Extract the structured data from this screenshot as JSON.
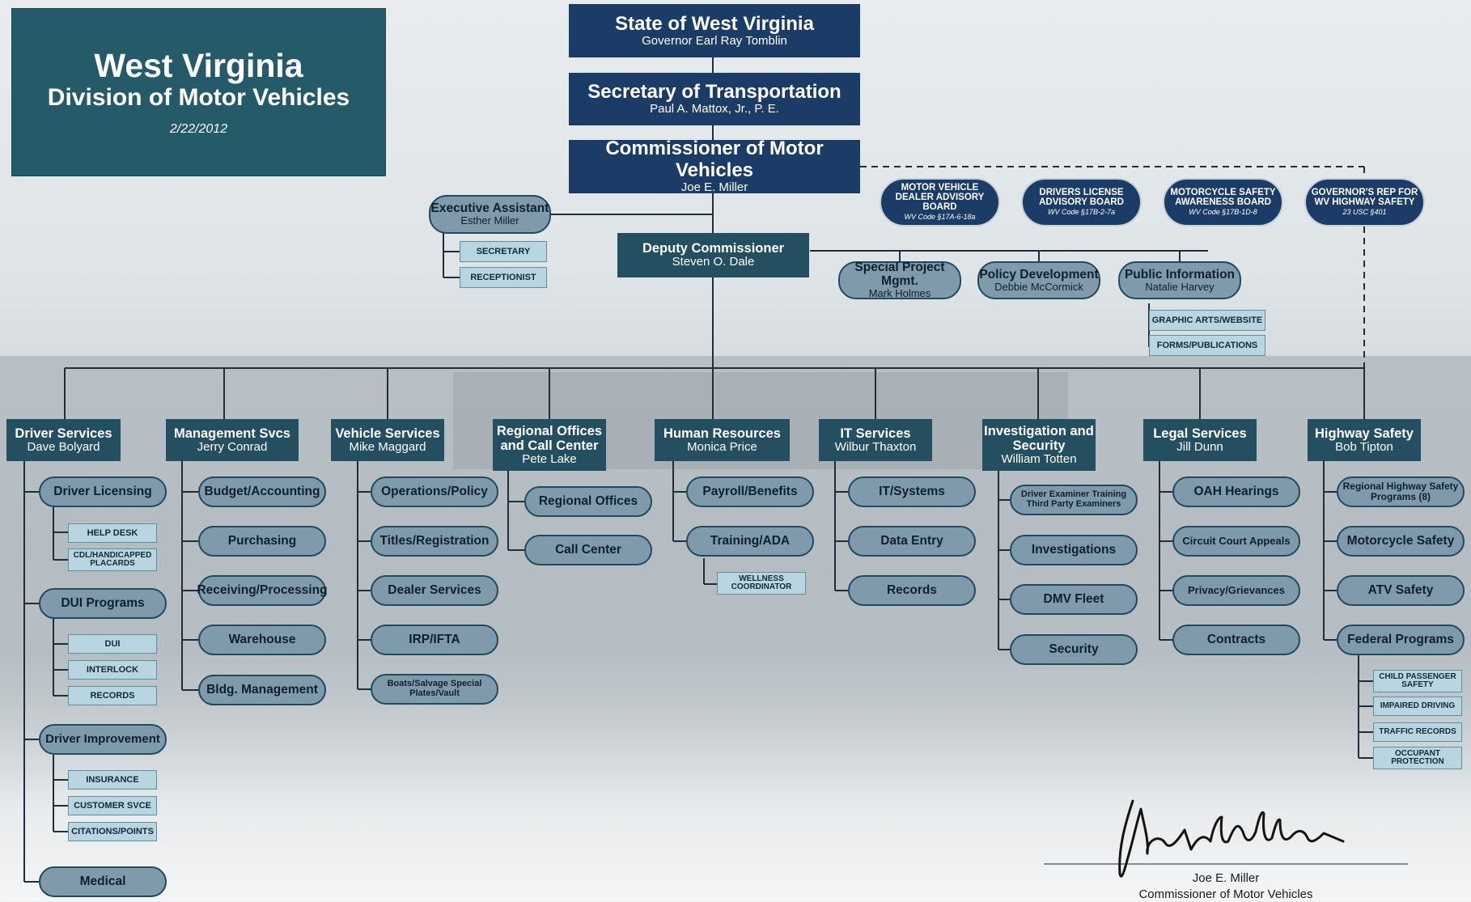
{
  "title": {
    "line1": "West Virginia",
    "line2": "Division of Motor Vehicles",
    "date": "2/22/2012"
  },
  "top": [
    {
      "title": "State of West Virginia",
      "sub": "Governor Earl Ray Tomblin"
    },
    {
      "title": "Secretary of Transportation",
      "sub": "Paul A. Mattox, Jr., P. E."
    },
    {
      "title": "Commissioner of Motor Vehicles",
      "sub": "Joe E. Miller"
    }
  ],
  "boards": [
    {
      "title": "MOTOR VEHICLE DEALER ADVISORY BOARD",
      "code": "WV Code §17A-6-18a"
    },
    {
      "title": "DRIVERS LICENSE ADVISORY BOARD",
      "code": "WV Code §17B-2-7a"
    },
    {
      "title": "MOTORCYCLE SAFETY AWARENESS BOARD",
      "code": "WV Code §17B-1D-8"
    },
    {
      "title": "GOVERNOR'S REP FOR WV HIGHWAY SAFETY",
      "code": "23 USC §401"
    }
  ],
  "exec": {
    "title": "Executive Assistant",
    "name": "Esther Miller",
    "subs": [
      "SECRETARY",
      "RECEPTIONIST"
    ]
  },
  "deputy": {
    "title": "Deputy Commissioner",
    "name": "Steven O. Dale"
  },
  "staff": [
    {
      "title": "Special Project Mgmt.",
      "name": "Mark Holmes"
    },
    {
      "title": "Policy Development",
      "name": "Debbie McCormick"
    },
    {
      "title": "Public Information",
      "name": "Natalie Harvey"
    }
  ],
  "pio_subs": [
    "GRAPHIC ARTS/WEBSITE",
    "FORMS/PUBLICATIONS"
  ],
  "departments": [
    {
      "title": "Driver Services",
      "name": "Dave Bolyard"
    },
    {
      "title": "Management Svcs",
      "name": "Jerry Conrad"
    },
    {
      "title": "Vehicle Services",
      "name": "Mike Maggard"
    },
    {
      "title": "Regional Offices and Call Center",
      "name": "Pete Lake"
    },
    {
      "title": "Human Resources",
      "name": "Monica Price"
    },
    {
      "title": "IT Services",
      "name": "Wilbur Thaxton"
    },
    {
      "title": "Investigation and Security",
      "name": "William Totten"
    },
    {
      "title": "Legal Services",
      "name": "Jill Dunn"
    },
    {
      "title": "Highway Safety",
      "name": "Bob Tipton"
    }
  ],
  "driver": {
    "licensing": "Driver Licensing",
    "licensing_subs": [
      "HELP DESK",
      "CDL/HANDICAPPED PLACARDS"
    ],
    "dui": "DUI Programs",
    "dui_subs": [
      "DUI",
      "INTERLOCK",
      "RECORDS"
    ],
    "improvement": "Driver Improvement",
    "improvement_subs": [
      "INSURANCE",
      "CUSTOMER SVCE",
      "CITATIONS/POINTS"
    ],
    "medical": "Medical"
  },
  "mgmt": [
    "Budget/Accounting",
    "Purchasing",
    "Receiving/Processing",
    "Warehouse",
    "Bldg. Management"
  ],
  "vehicle": [
    "Operations/Policy",
    "Titles/Registration",
    "Dealer Services",
    "IRP/IFTA",
    "Boats/Salvage Special Plates/Vault"
  ],
  "regional": [
    "Regional Offices",
    "Call Center"
  ],
  "hr": [
    "Payroll/Benefits",
    "Training/ADA"
  ],
  "hr_sub": "WELLNESS COORDINATOR",
  "it": [
    "IT/Systems",
    "Data Entry",
    "Records"
  ],
  "invest": [
    "Driver Examiner Training Third Party Examiners",
    "Investigations",
    "DMV Fleet",
    "Security"
  ],
  "legal": [
    "OAH Hearings",
    "Circuit Court Appeals",
    "Privacy/Grievances",
    "Contracts"
  ],
  "hwy": [
    "Regional Highway Safety Programs (8)",
    "Motorcycle Safety",
    "ATV Safety",
    "Federal Programs"
  ],
  "hwy_subs": [
    "CHILD PASSENGER SAFETY",
    "IMPAIRED DRIVING",
    "TRAFFIC RECORDS",
    "OCCUPANT PROTECTION"
  ],
  "signature": {
    "name": "Joe E. Miller",
    "title": "Commissioner of Motor Vehicles"
  },
  "colors": {
    "navy": "#1b3c66",
    "teal": "#234f60",
    "pill": "#7f9bab",
    "sub": "#b9d5e0"
  }
}
